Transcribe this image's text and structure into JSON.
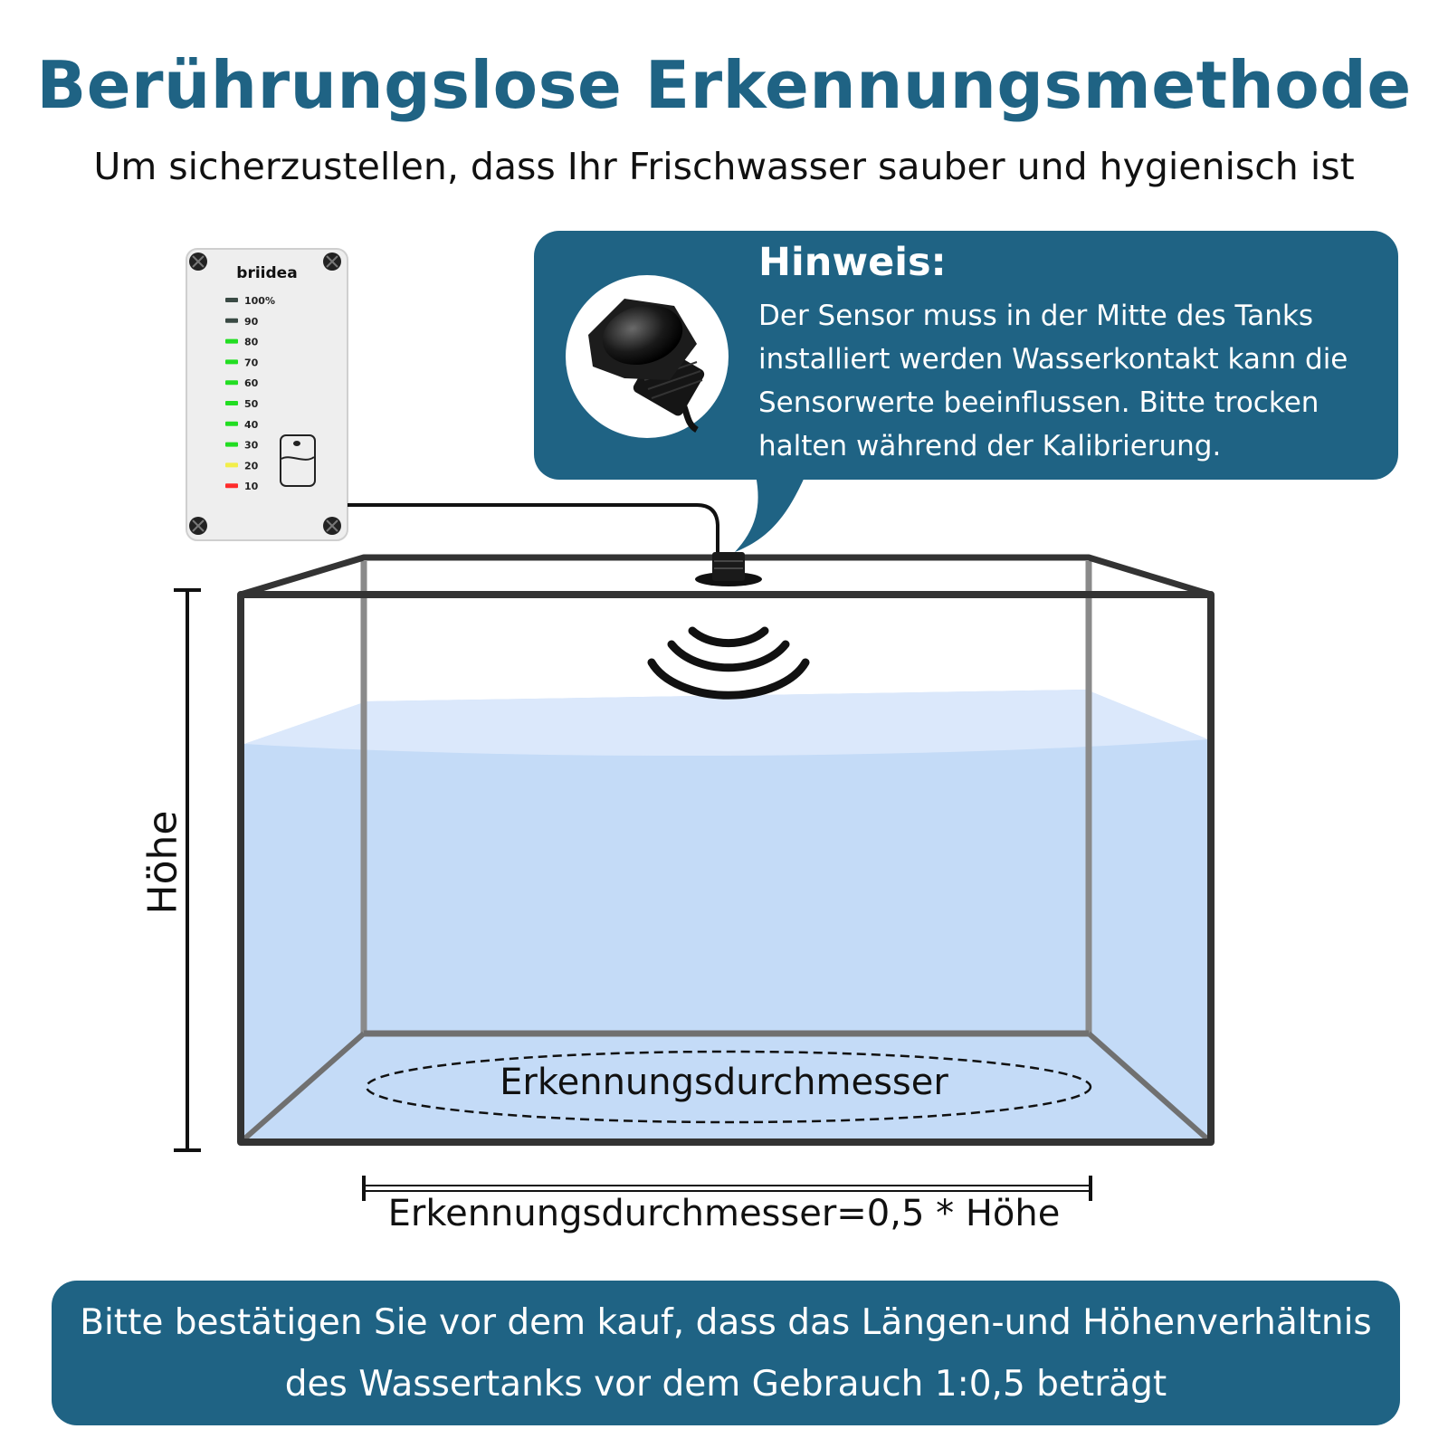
{
  "title": "Berührungslose Erkennungsmethode",
  "subtitle": "Um sicherzustellen, dass Ihr Frischwasser sauber und hygienisch ist",
  "note": {
    "heading": "Hinweis:",
    "text": "Der Sensor muss in der Mitte des Tanks installiert werden Wasserkontakt kann die Sensorwerte beeinflussen. Bitte trocken halten während der Kalibrierung."
  },
  "device": {
    "brand": "briidea",
    "levels": [
      {
        "label": "100%",
        "color": "#3a4a44"
      },
      {
        "label": "90",
        "color": "#3a4a44"
      },
      {
        "label": "80",
        "color": "#22dd22"
      },
      {
        "label": "70",
        "color": "#22dd22"
      },
      {
        "label": "60",
        "color": "#22dd22"
      },
      {
        "label": "50",
        "color": "#22dd22"
      },
      {
        "label": "40",
        "color": "#22dd22"
      },
      {
        "label": "30",
        "color": "#22dd22"
      },
      {
        "label": "20",
        "color": "#f2ee4a"
      },
      {
        "label": "10",
        "color": "#ff2b2b"
      }
    ]
  },
  "height_label": "Höhe",
  "detection_label": "Erkennungsdurchmesser",
  "formula": "Erkennungsdurchmesser=0,5 * Höhe",
  "bottom_notice": {
    "line1": "Bitte bestätigen Sie vor dem kauf, dass das Längen-und Höhenverhältnis",
    "line2": "des Wassertanks vor dem Gebrauch 1:0,5 beträgt"
  },
  "colors": {
    "accent": "#1f6384",
    "water": "#c4dbf7",
    "water_surface": "#dbe8fb"
  }
}
